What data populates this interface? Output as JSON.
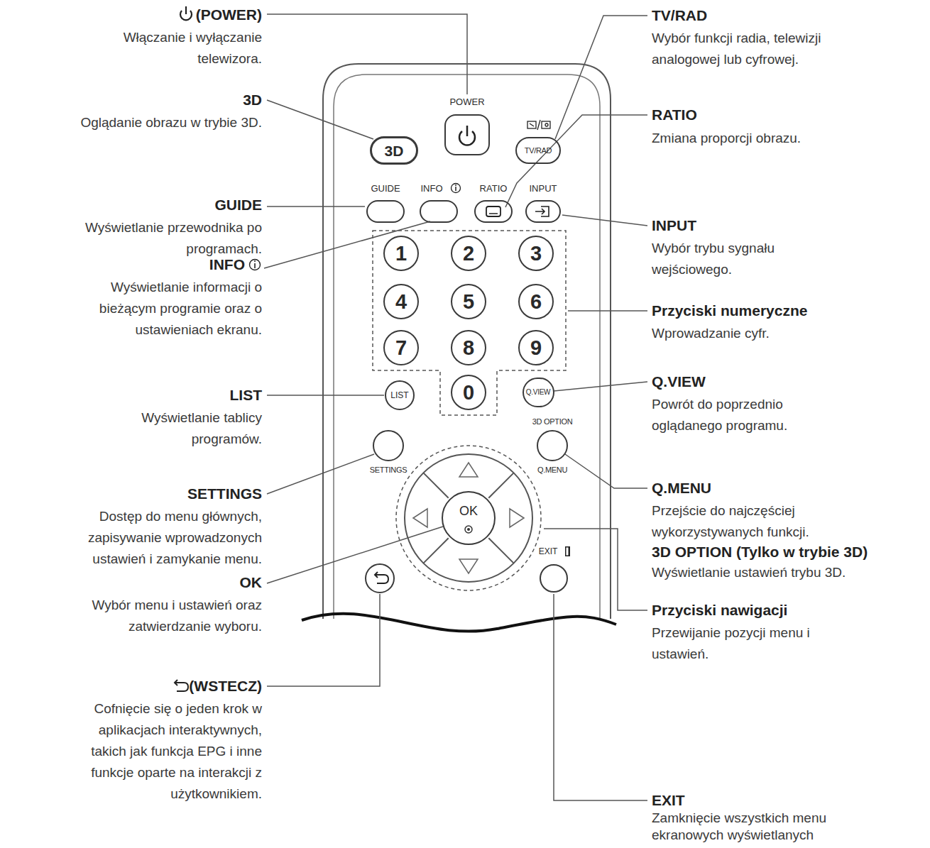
{
  "diagram": {
    "nodes": [
      {
        "text": [
          "3D"
        ]
      },
      {
        "text": [
          "POWER"
        ]
      },
      {
        "text": [
          "TV/RAD"
        ]
      },
      {
        "text": [
          "GUIDE"
        ]
      },
      {
        "text": [
          "INFO"
        ]
      },
      {
        "text": [
          "RATIO"
        ]
      },
      {
        "text": [
          "INPUT"
        ]
      },
      {
        "text": [
          "1"
        ]
      },
      {
        "text": [
          "2"
        ]
      },
      {
        "text": [
          "3"
        ]
      },
      {
        "text": [
          "4"
        ]
      },
      {
        "text": [
          "5"
        ]
      },
      {
        "text": [
          "6"
        ]
      },
      {
        "text": [
          "7"
        ]
      },
      {
        "text": [
          "8"
        ]
      },
      {
        "text": [
          "9"
        ]
      },
      {
        "text": [
          "LIST"
        ]
      },
      {
        "text": [
          "0"
        ]
      },
      {
        "text": [
          "Q.VIEW"
        ]
      },
      {
        "text": [
          "SETTINGS"
        ]
      },
      {
        "text": [
          "3D OPTION",
          "Q.MENU"
        ]
      },
      {
        "text": [
          "OK"
        ]
      },
      {
        "text": [
          "EXIT"
        ]
      }
    ],
    "labels": [
      "(POWER)",
      "Włączanie i wyłączanie telewizora.",
      "3D",
      "Oglądanie obrazu w trybie 3D.",
      "GUIDE",
      "Wyświetlanie przewodnika po programach.",
      "INFO",
      "Wyświetlanie informacji o bieżącym programie oraz o ustawieniach ekranu.",
      "LIST",
      "Wyświetlanie tablicy programów.",
      "SETTINGS",
      "Dostęp do menu głównych, zapisywanie wprowadzonych ustawień i zamykanie menu.",
      "OK",
      "Wybór menu i ustawień oraz zatwierdzanie wyboru.",
      "(WSTECZ)",
      "Cofnięcie się o jeden krok w aplikacjach interaktywnych, takich jak funkcja EPG i inne funkcje oparte na interakcji z użytkownikiem.",
      "TV/RAD",
      "Wybór funkcji radia, telewizji analogowej lub cyfrowej.",
      "RATIO",
      "Zmiana proporcji obrazu.",
      "INPUT",
      "Wybór trybu sygnału wejściowego.",
      "Przyciski numeryczne",
      "Wprowadzanie cyfr.",
      "Q.VIEW",
      "Powrót do poprzednio oglądanego programu.",
      "Q.MENU",
      "Przejście do najczęściej wykorzystywanych funkcji.",
      "3D OPTION (Tylko w trybie 3D)",
      "Wyświetlanie ustawień trybu 3D.",
      "Przyciski nawigacji",
      "Przewijanie pozycji menu i ustawień.",
      "EXIT",
      "Zamknięcie wszystkich menu ekranowych wyświetlanych"
    ]
  }
}
